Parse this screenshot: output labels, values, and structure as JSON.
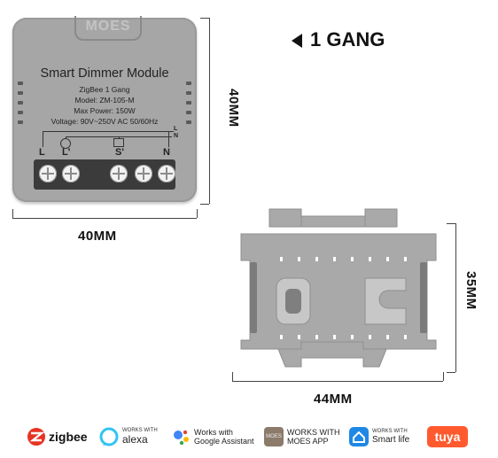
{
  "module": {
    "logo": "MOES",
    "title": "Smart Dimmer Module",
    "spec_lines": [
      "ZigBee 1 Gang",
      "Model: ZM-105-M",
      "Max Power: 150W",
      "Voltage: 90V~250V AC 50/60Hz"
    ],
    "terminal_labels": [
      "L",
      "L'",
      "S'",
      "N"
    ],
    "wiring_labels": [
      "L",
      "N"
    ]
  },
  "gang_label": "1 GANG",
  "dimensions": {
    "module_height": "40MM",
    "module_width": "40MM",
    "bracket_height": "35MM",
    "bracket_width": "44MM"
  },
  "logos": {
    "zigbee": "zigbee",
    "alexa_small": "WORKS WITH",
    "alexa": "alexa",
    "google_line1": "Works with",
    "google_line2": "Google Assistant",
    "moes_line1": "WORKS WITH",
    "moes_line2": "MOES APP",
    "smartlife_small": "WORKS WITH",
    "smartlife": "Smart life",
    "tuya": "tuya"
  },
  "colors": {
    "module_body": "#a6a6a6",
    "bracket": "#a9a9a9",
    "zigbee_red": "#e63323",
    "alexa_blue": "#31c4f3",
    "smartlife_blue": "#1e88e5",
    "tuya_orange": "#ff5a2e"
  }
}
